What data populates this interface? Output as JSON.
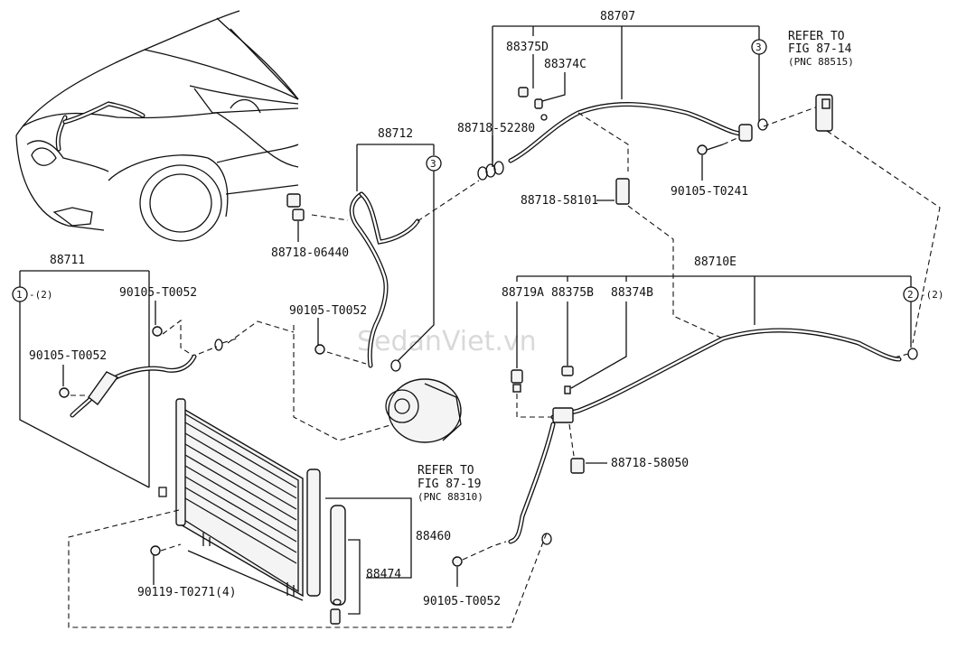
{
  "watermark": "SedanViet.vn",
  "labels": {
    "l88707": "88707",
    "l88375D": "88375D",
    "l88374C": "88374C",
    "l88718_52280": "88718-52280",
    "l88718_58101": "88718-58101",
    "l90105_T0241": "90105-T0241",
    "refer1_a": "REFER TO",
    "refer1_b": "FIG 87-14",
    "refer1_c": "(PNC 88515)",
    "l88712": "88712",
    "l88718_06440": "88718-06440",
    "l88711": "88711",
    "l1_2": "-(2)",
    "l90105_T0052_a": "90105-T0052",
    "l90105_T0052_b": "90105-T0052",
    "l90105_T0052_c": "90105-T0052",
    "l90105_T0052_d": "90105-T0052",
    "refer2_a": "REFER TO",
    "refer2_b": "FIG 87-19",
    "refer2_c": "(PNC 88310)",
    "l88710E": "88710E",
    "l88719A": "88719A",
    "l88375B": "88375B",
    "l88374B": "88374B",
    "l2_2": "-(2)",
    "l88718_58050": "88718-58050",
    "l88460": "88460",
    "l88474": "88474",
    "l90119_T0271": "90119-T0271(4)"
  },
  "callouts": {
    "c3a": "3",
    "c3b": "3",
    "c1": "1",
    "c2": "2"
  }
}
